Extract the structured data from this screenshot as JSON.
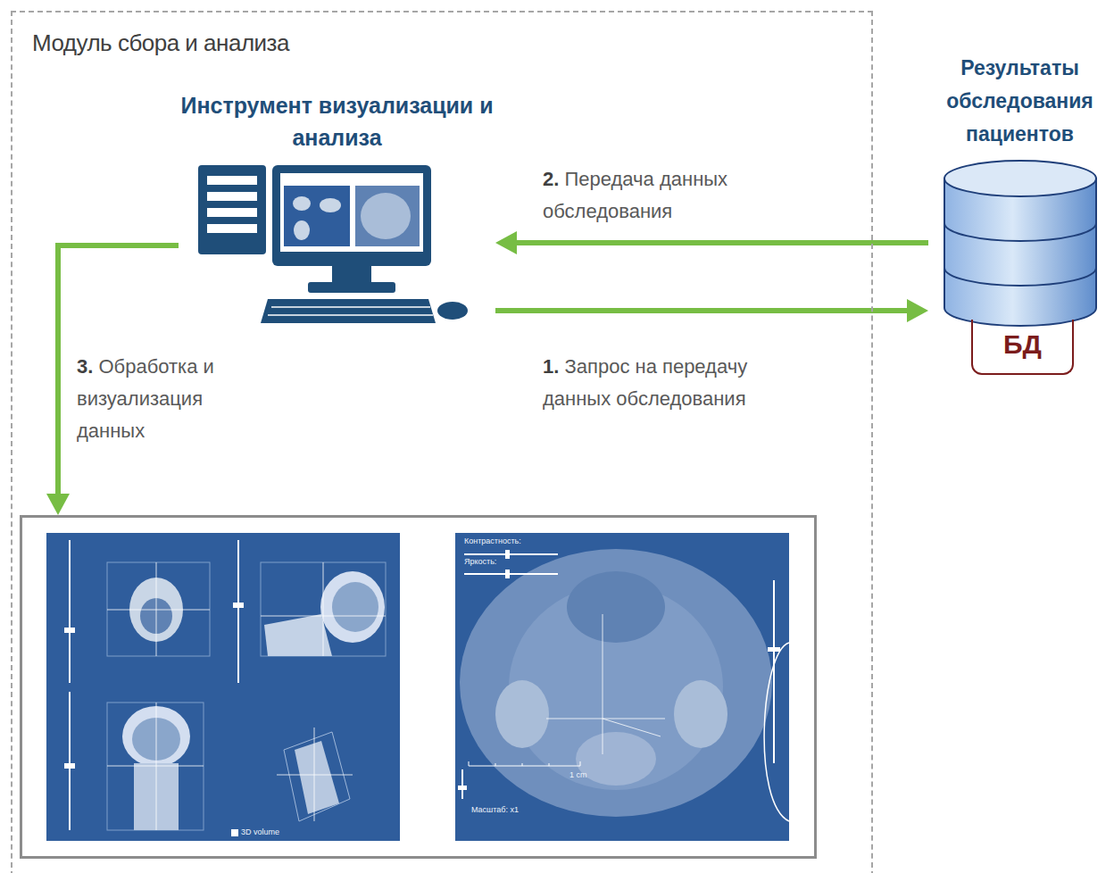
{
  "diagram": {
    "nodes": [
      {
        "text": [
          "Модуль сбора и анализа"
        ]
      },
      {
        "text": [
          "Инструмент визуализации и анализа"
        ],
        "in": 0
      },
      {
        "text": [
          "Результаты обследования пациентов"
        ]
      },
      {
        "text": [
          "БД"
        ],
        "in": 2
      },
      {
        "text": [
          "Контрастность:",
          "Яркость:",
          "3D volume",
          "Масштаб: x1",
          "1 cm"
        ],
        "in": 0
      }
    ],
    "edges": [
      {
        "from": 1,
        "to": 2,
        "label": "1. Запрос на передачу данных обследования",
        "arrow": "to"
      },
      {
        "from": 2,
        "to": 1,
        "label": "2. Передача данных обследования",
        "arrow": "to"
      },
      {
        "from": 1,
        "to": 4,
        "label": "3. Обработка и визуализация данных",
        "arrow": "to"
      }
    ]
  }
}
